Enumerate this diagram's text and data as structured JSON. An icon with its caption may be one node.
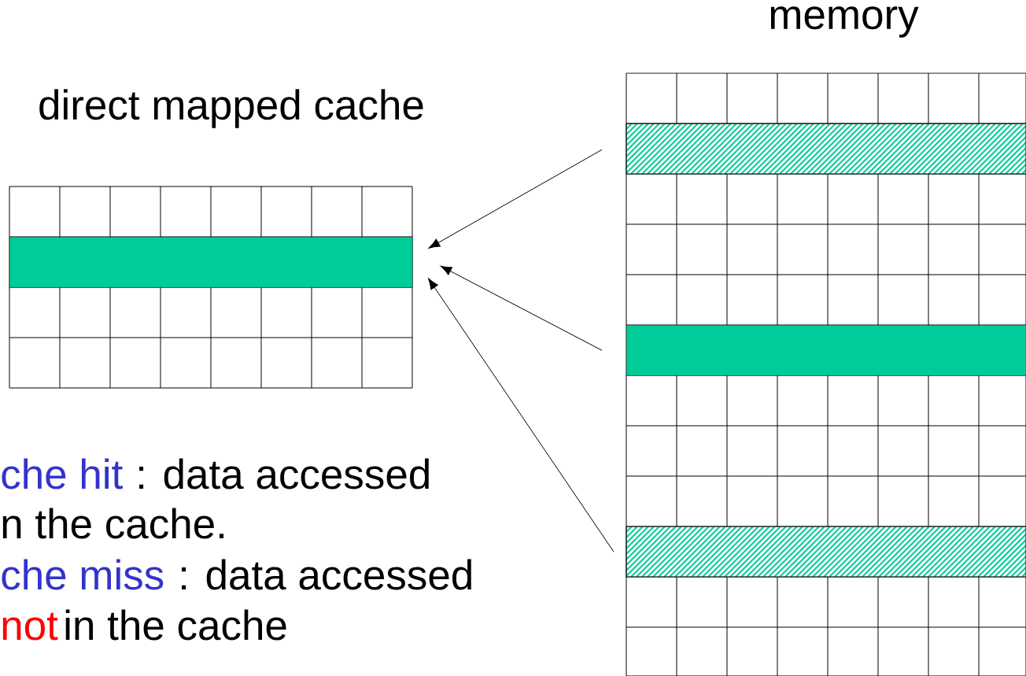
{
  "diagram": {
    "nodes": [
      {
        "text": [
          "direct mapped cache"
        ]
      },
      {
        "text": [
          "memory"
        ]
      },
      {
        "text": [],
        "shape": "bar",
        "in": 0
      },
      {
        "text": [],
        "shape": "bar",
        "in": 1
      },
      {
        "text": [],
        "shape": "bar",
        "in": 1
      },
      {
        "text": [],
        "shape": "bar",
        "in": 1
      }
    ],
    "edges": [
      {
        "from": 3,
        "to": 2,
        "arrow": "to"
      },
      {
        "from": 4,
        "to": 2,
        "arrow": "to"
      },
      {
        "from": 5,
        "to": 2,
        "arrow": "to"
      }
    ],
    "labels": [
      "che hit",
      ": data accessed",
      "n the cache.",
      "che miss",
      ": data accessed",
      "not",
      "in the cache"
    ]
  }
}
